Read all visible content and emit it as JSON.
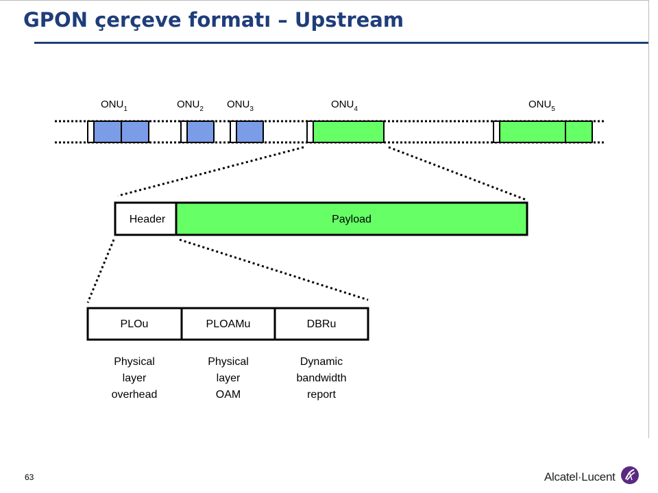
{
  "slide": {
    "title": "GPON çerçeve formatı – Upstream",
    "page_number": "63",
    "logo_text": "Alcatel·Lucent",
    "logo_icon": "alcatel-lucent-swirl-icon",
    "title_color": "#1f3d7a"
  },
  "onus": [
    {
      "name": "ONU",
      "index": "1"
    },
    {
      "name": "ONU",
      "index": "2"
    },
    {
      "name": "ONU",
      "index": "3"
    },
    {
      "name": "ONU",
      "index": "4"
    },
    {
      "name": "ONU",
      "index": "5"
    }
  ],
  "frame": {
    "header_label": "Header",
    "payload_label": "Payload"
  },
  "header_fields": [
    {
      "label": "PLOu",
      "description": [
        "Physical",
        "layer",
        "overhead"
      ]
    },
    {
      "label": "PLOAMu",
      "description": [
        "Physical",
        "layer",
        "OAM"
      ]
    },
    {
      "label": "DBRu",
      "description": [
        "Dynamic",
        "bandwidth",
        "report"
      ]
    }
  ],
  "colors": {
    "blue_burst": "#7b9ce6",
    "green_burst": "#66ff66",
    "payload": "#66ff66",
    "outline": "#000000"
  }
}
